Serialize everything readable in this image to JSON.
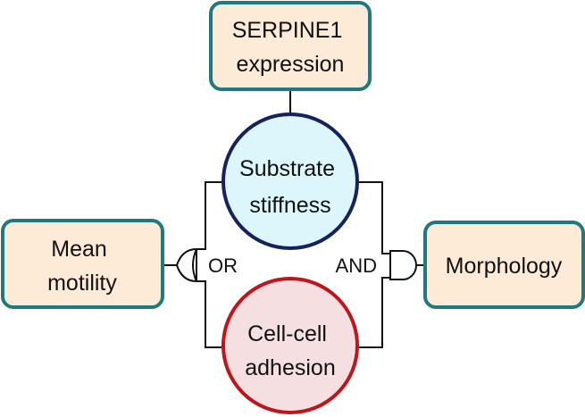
{
  "nodes": {
    "serpine": {
      "lines": [
        "SERPINE1",
        "expression"
      ]
    },
    "motility": {
      "lines": [
        "Mean",
        "motility"
      ]
    },
    "morphology": {
      "lines": [
        "Morphology"
      ]
    },
    "stiffness": {
      "lines": [
        "Substrate",
        "stiffness"
      ]
    },
    "adhesion": {
      "lines": [
        "Cell-cell",
        "adhesion"
      ]
    }
  },
  "gates": {
    "or_label": "OR",
    "and_label": "AND"
  },
  "colors": {
    "box_fill": "#fdebd8",
    "box_stroke": "#1f7a80",
    "stiffness_fill": "#dcf6fb",
    "stiffness_stroke": "#15225e",
    "adhesion_fill": "#f6dfe1",
    "adhesion_stroke": "#c0151b",
    "line": "#111111"
  }
}
